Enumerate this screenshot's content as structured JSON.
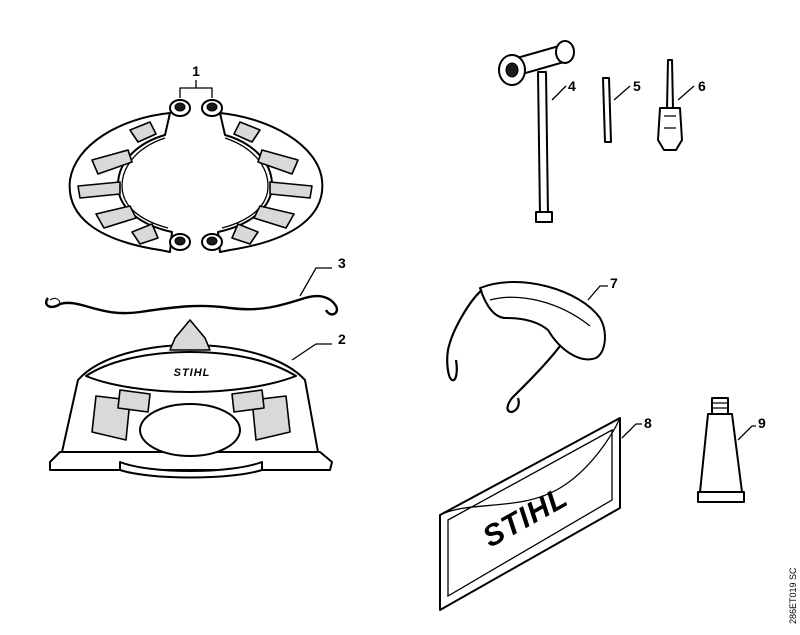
{
  "callouts": [
    "1",
    "2",
    "3",
    "4",
    "5",
    "6",
    "7",
    "8",
    "9"
  ],
  "logos": {
    "disc_brand": "STIHL",
    "pouch_brand": "STIHL"
  },
  "drawing_code": "286ET019 SC"
}
